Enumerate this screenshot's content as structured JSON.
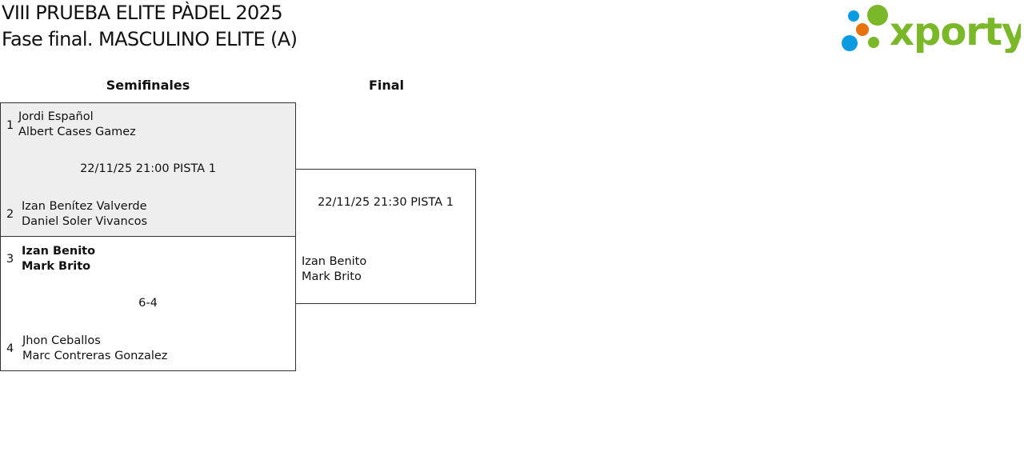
{
  "header": {
    "title": "VIII PRUEBA ELITE PÀDEL 2025",
    "subtitle": "Fase final. MASCULINO ELITE (A)",
    "logo_text": "xporty"
  },
  "rounds": {
    "semis": "Semifinales",
    "final": "Final"
  },
  "semi1": {
    "seed1": "1",
    "team1": [
      "Jordi Español",
      "Albert Cases Gamez"
    ],
    "info": "22/11/25 21:00 PISTA 1",
    "seed2": "2",
    "team2": [
      "Izan Benítez Valverde",
      "Daniel Soler Vivancos"
    ]
  },
  "semi2": {
    "seed1": "3",
    "team1": [
      "Izan Benito",
      "Mark Brito"
    ],
    "info": "6-4",
    "seed2": "4",
    "team2": [
      "Jhon Ceballos",
      "Marc Contreras Gonzalez"
    ]
  },
  "final": {
    "info": "22/11/25 21:30 PISTA 1",
    "team2": [
      "Izan Benito",
      "Mark Brito"
    ]
  },
  "colors": {
    "green": "#7ab829",
    "blue": "#0a9be0",
    "orange": "#e8720c",
    "grey": "#eeeeee"
  }
}
